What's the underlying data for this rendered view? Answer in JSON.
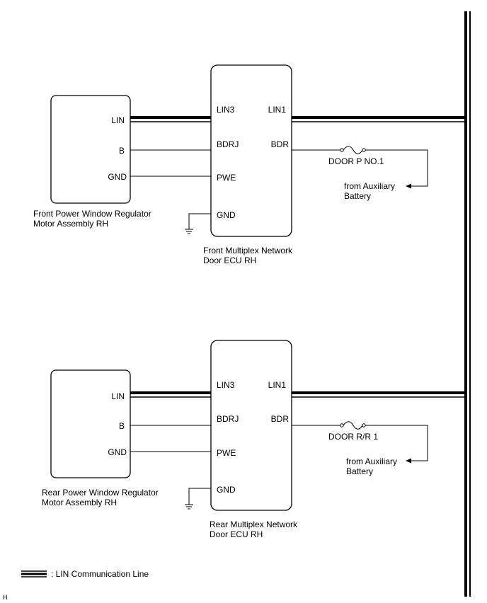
{
  "upper": {
    "motor": {
      "line1": "Front Power Window Regulator",
      "line2": "Motor Assembly RH",
      "pin_lin": "LIN",
      "pin_b": "B",
      "pin_gnd": "GND"
    },
    "ecu": {
      "line1": "Front Multiplex Network",
      "line2": "Door ECU RH",
      "pin_lin3": "LIN3",
      "pin_lin1": "LIN1",
      "pin_bdrj": "BDRJ",
      "pin_bdr": "BDR",
      "pin_pwe": "PWE",
      "pin_gnd": "GND"
    },
    "fuse": "DOOR P NO.1",
    "source_line1": "from Auxiliary",
    "source_line2": "Battery"
  },
  "lower": {
    "motor": {
      "line1": "Rear Power Window Regulator",
      "line2": "Motor Assembly RH",
      "pin_lin": "LIN",
      "pin_b": "B",
      "pin_gnd": "GND"
    },
    "ecu": {
      "line1": "Rear Multiplex Network",
      "line2": "Door ECU RH",
      "pin_lin3": "LIN3",
      "pin_lin1": "LIN1",
      "pin_bdrj": "BDRJ",
      "pin_bdr": "BDR",
      "pin_pwe": "PWE",
      "pin_gnd": "GND"
    },
    "fuse": "DOOR R/R 1",
    "source_line1": "from Auxiliary",
    "source_line2": "Battery"
  },
  "legend": {
    "text": ": LIN Communication Line"
  },
  "corner_mark": "H"
}
